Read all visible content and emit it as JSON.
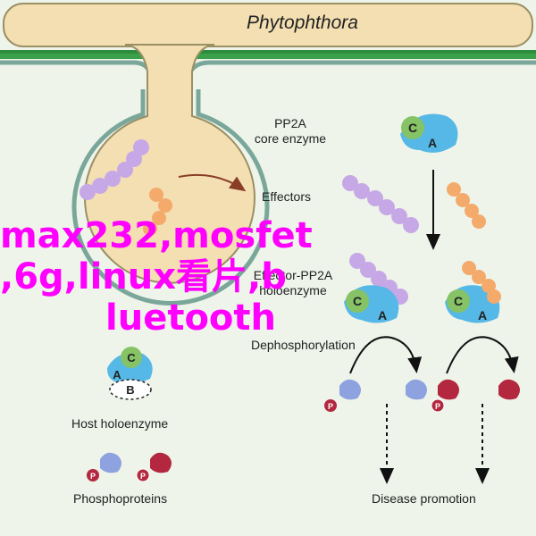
{
  "title": "Phytophthora",
  "labels": {
    "pp2a_core": "PP2A\ncore enzyme",
    "effectors": "Effectors",
    "effector_pp2a": "Effector-PP2A\nholoenzyme",
    "dephosphorylation": "Dephosphorylation",
    "host_holoenzyme": "Host holoenzyme",
    "phosphoproteins": "Phosphoproteins",
    "disease_promotion": "Disease promotion"
  },
  "subunits": {
    "a": "A",
    "b": "B",
    "c": "C",
    "p": "P"
  },
  "overlay": {
    "line1": "max232,mosfet",
    "line2": ",6g,linux看片,b",
    "line3": "luetooth"
  },
  "colors": {
    "background": "#eef4ea",
    "pathogen": "#f3dfb2",
    "pathogen_outline": "#9b8f64",
    "membrane_green": "#3aa04a",
    "membrane_line": "#7aa79a",
    "subunit_a": "#56b8e6",
    "subunit_c": "#86c266",
    "effector_purple": "#c7a8e6",
    "effector_orange": "#f3aa6b",
    "phospho_red": "#b3283f",
    "phospho_blue": "#8ea2e0",
    "overlay_text": "#ff00ff"
  }
}
